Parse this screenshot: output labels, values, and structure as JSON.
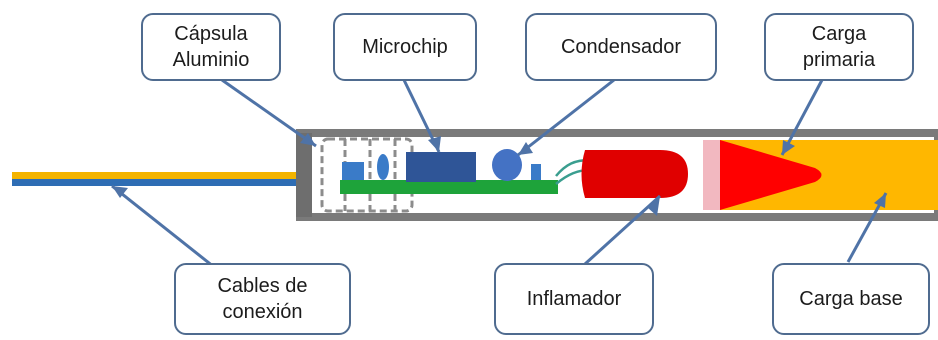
{
  "labels": {
    "capsula": "Cápsula\nAluminio",
    "microchip": "Microchip",
    "condensador": "Condensador",
    "carga_primaria": "Carga\nprimaria",
    "cables": "Cables de\nconexión",
    "inflamador": "Inflamador",
    "carga_base": "Carga base"
  }
}
